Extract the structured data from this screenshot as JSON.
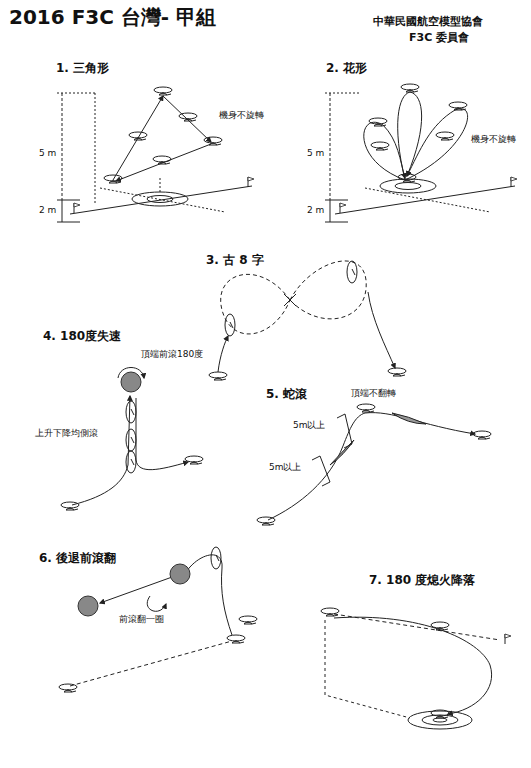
{
  "diagram": {
    "title": "2016 F3C 台灣- 甲組",
    "labels": [
      "中華民國航空模型協會",
      "F3C 委員會",
      "1. 三角形",
      "機身不旋轉",
      "5 m",
      "2 m",
      "2. 花形",
      "機身不旋轉",
      "5 m",
      "2 m",
      "3. 古 8 字",
      "4. 180度失速",
      "頂端前滾180度",
      "上升下降均側滾",
      "5. 蛇滾",
      "頂端不翻轉",
      "5m以上",
      "5m以上",
      "6. 後退前滾翻",
      "前滾翻一圈",
      "7. 180 度熄火降落"
    ]
  }
}
